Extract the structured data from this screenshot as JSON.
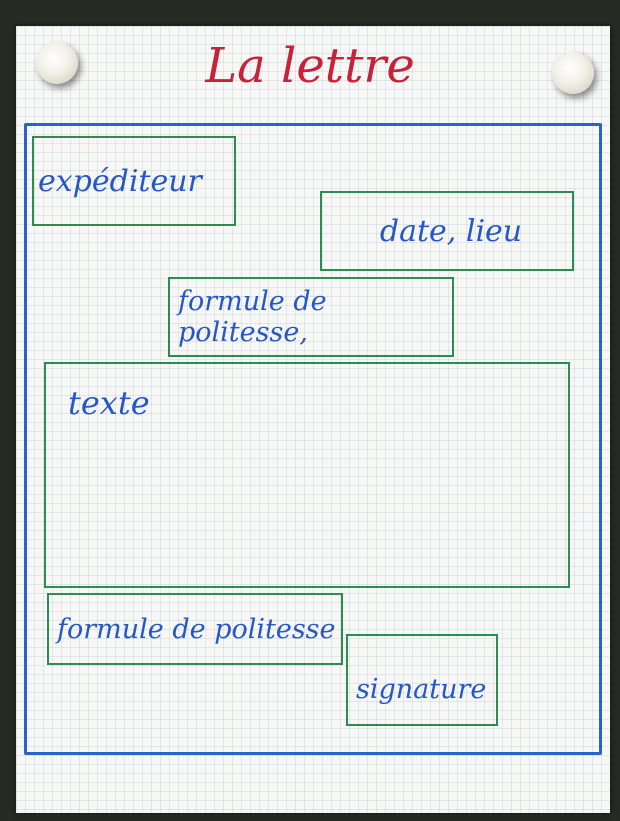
{
  "poster": {
    "title": "La lettre",
    "sections": {
      "sender": "expéditeur",
      "date_place": "date, lieu",
      "opening_formula": "formule de politesse,",
      "body_text": "texte",
      "closing_formula": "formule de politesse",
      "signature": "signature"
    }
  },
  "colors": {
    "title": "#c8213a",
    "handwriting": "#2557c8",
    "outer_frame": "#2763c9",
    "section_boxes": "#2f8b54",
    "paper": "#f7f8f6",
    "background": "#272b24"
  }
}
